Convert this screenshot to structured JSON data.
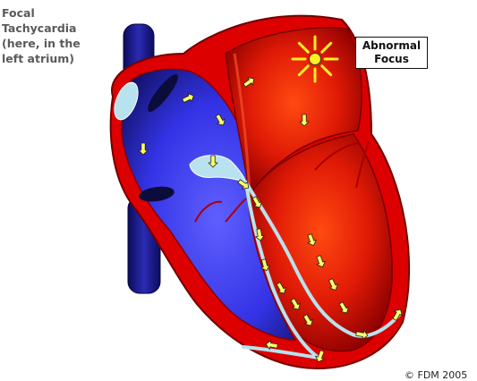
{
  "caption": [
    "Focal",
    "Tachycardia",
    "(here, in the",
    "left atrium)"
  ],
  "callout": [
    "Abnormal",
    "Focus"
  ],
  "copyright": "© FDM 2005",
  "colors": {
    "vessel": "#1a1a8c",
    "right_chamber": "#3a3aff",
    "heart_wall": "#dd0000",
    "left_chamber": "#ff3a10",
    "conduction": "#b8e2ee",
    "impulse_arrow": "#ffff66",
    "focus_star": "#ffee22"
  },
  "icons": [
    "impulse-arrow-icon",
    "abnormal-focus-star-icon"
  ]
}
